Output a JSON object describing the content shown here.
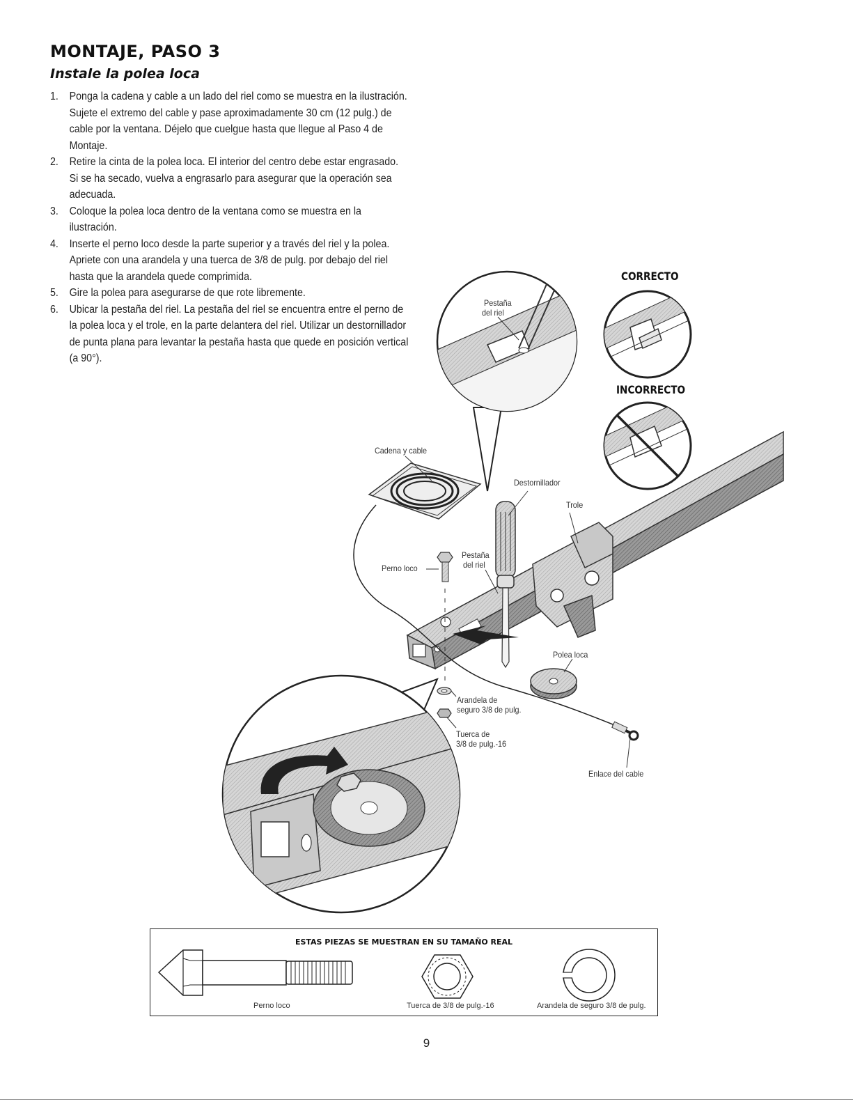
{
  "header": {
    "title": "MONTAJE, PASO 3",
    "subtitle": "Instale la polea loca"
  },
  "steps": [
    {
      "num": "1.",
      "text": "Ponga la cadena y cable a un lado del riel como se muestra en la ilustración. Sujete el extremo del cable y pase aproximadamente 30 cm (12 pulg.) de cable por la ventana. Déjelo que cuelgue hasta que llegue al Paso 4 de Montaje."
    },
    {
      "num": "2.",
      "text": "Retire la cinta de la polea loca. El interior del centro debe estar engrasado. Si se ha secado, vuelva a engrasarlo para asegurar que la operación sea adecuada."
    },
    {
      "num": "3.",
      "text": "Coloque la polea loca dentro de la ventana como se muestra en la ilustración."
    },
    {
      "num": "4.",
      "text": "Inserte el perno loco desde la parte superior y a través del riel y la polea. Apriete con una arandela y una tuerca de 3/8 de pulg. por debajo del riel hasta que la arandela quede comprimida."
    },
    {
      "num": "5.",
      "text": "Gire la polea para asegurarse de que rote libremente."
    },
    {
      "num": "6.",
      "text": "Ubicar la pestaña del riel. La pestaña del riel se encuentra entre el perno de la polea loca y el trole, en la parte delantera del riel. Utilizar un destornillador de punta plana para levantar la pestaña hasta que quede en posición vertical (a 90°)."
    }
  ],
  "labels": {
    "correcto": "CORRECTO",
    "incorrecto": "INCORRECTO",
    "pestana_zoom_1": "Pestaña",
    "pestana_zoom_2": "del riel",
    "cadena": "Cadena y cable",
    "destornillador": "Destornillador",
    "trole": "Trole",
    "pestana_1": "Pestaña",
    "pestana_2": "del riel",
    "perno_loco": "Perno loco",
    "polea_loca": "Polea loca",
    "arandela_1": "Arandela de",
    "arandela_2": "seguro 3/8 de pulg.",
    "tuerca_1": "Tuerca de",
    "tuerca_2": "3/8 de pulg.-16",
    "enlace": "Enlace del cable"
  },
  "parts": {
    "title": "ESTAS PIEZAS SE MUESTRAN EN SU TAMAÑO REAL",
    "perno": "Perno loco",
    "tuerca": "Tuerca de 3/8 de pulg.-16",
    "arandela": "Arandela de seguro 3/8 de pulg."
  },
  "page_number": "9"
}
